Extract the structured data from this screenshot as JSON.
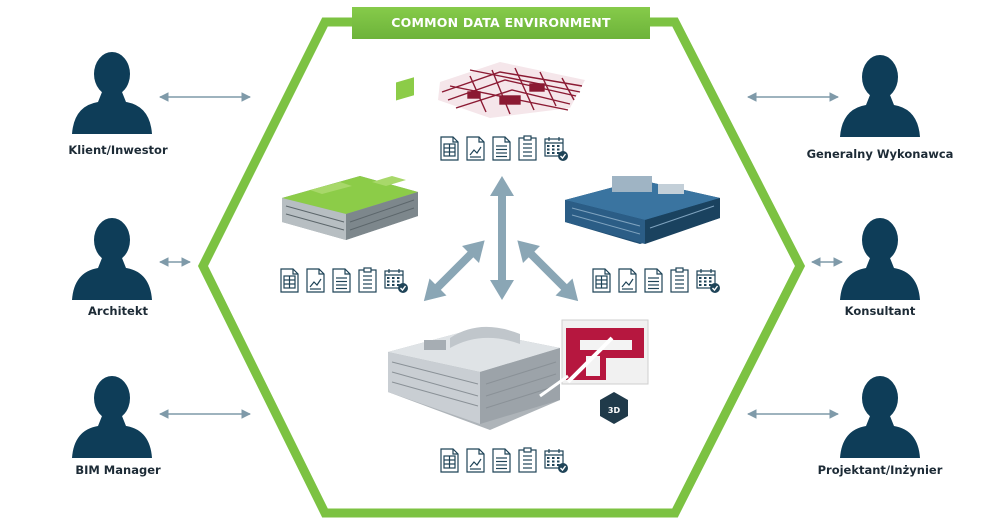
{
  "title": "COMMON DATA ENVIRONMENT",
  "colors": {
    "frame_green": "#7cc242",
    "person": "#0e3d58",
    "arrow": "#8aa6b5",
    "doc_stroke": "#1f4458",
    "model_red": "#8b1a33",
    "model_green": "#8ccc48",
    "model_blue": "#2b5d86",
    "model_grey": "#c9ced3"
  },
  "roles_left": [
    {
      "label": "Klient/Inwestor"
    },
    {
      "label": "Architekt"
    },
    {
      "label": "BIM Manager"
    }
  ],
  "roles_right": [
    {
      "label": "Generalny Wykonawca"
    },
    {
      "label": "Konsultant"
    },
    {
      "label": "Projektant/Inżynier"
    }
  ],
  "models": [
    {
      "name": "mep-model",
      "color": "red"
    },
    {
      "name": "architecture-model",
      "color": "green"
    },
    {
      "name": "structure-model",
      "color": "blue"
    },
    {
      "name": "federated-model",
      "color": "grey"
    }
  ],
  "document_icons": [
    "spreadsheet-icon",
    "chart-document-icon",
    "text-document-icon",
    "checklist-icon",
    "calendar-check-icon"
  ],
  "badge_3d": "3D"
}
